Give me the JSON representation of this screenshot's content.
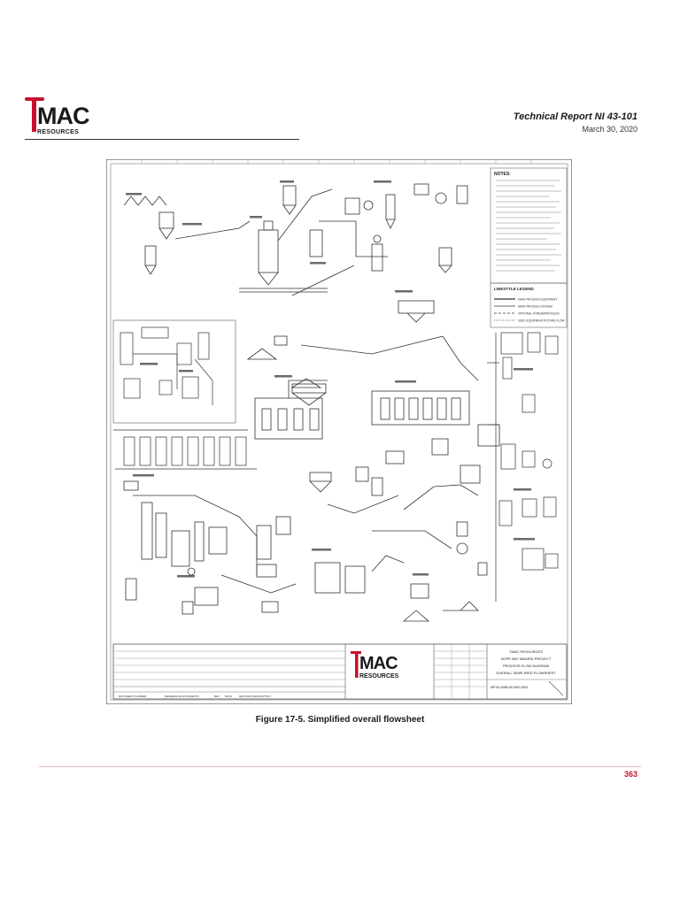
{
  "header": {
    "logo_word": "MAC",
    "logo_sub": "RESOURCES",
    "report_title": "Technical Report NI 43-101",
    "report_date": "March 30, 2020"
  },
  "figure": {
    "caption": "Figure 17-5. Simplified overall flowsheet",
    "notes_heading": "NOTES:",
    "legend_heading": "LINESTYLE LEGEND",
    "legend_items": [
      "MAIN PROCESS EQUIPMENT",
      "MAIN PROCESS STREAM",
      "OPTIONAL STREAM/PROCESS",
      "USED EQUIPMENT/FUTURE FLOW"
    ],
    "title_block": {
      "company": "TMAC RESOURCES",
      "project": "HOPE BAY MADRID PROJECT",
      "drawing_type": "PROCESS FLOW DIAGRAM",
      "drawing_title": "OVERALL SIMPLIFIED FLOWSHEET",
      "drawing_number": "MP102-HMB-05-DWG-0001"
    },
    "block_labels": [
      "DOCUMENT NUMBER",
      "REFERENCE DOCUMENTS",
      "REV",
      "DATE",
      "REVISION DESCRIPTION"
    ]
  },
  "footer": {
    "page_number": "363"
  }
}
